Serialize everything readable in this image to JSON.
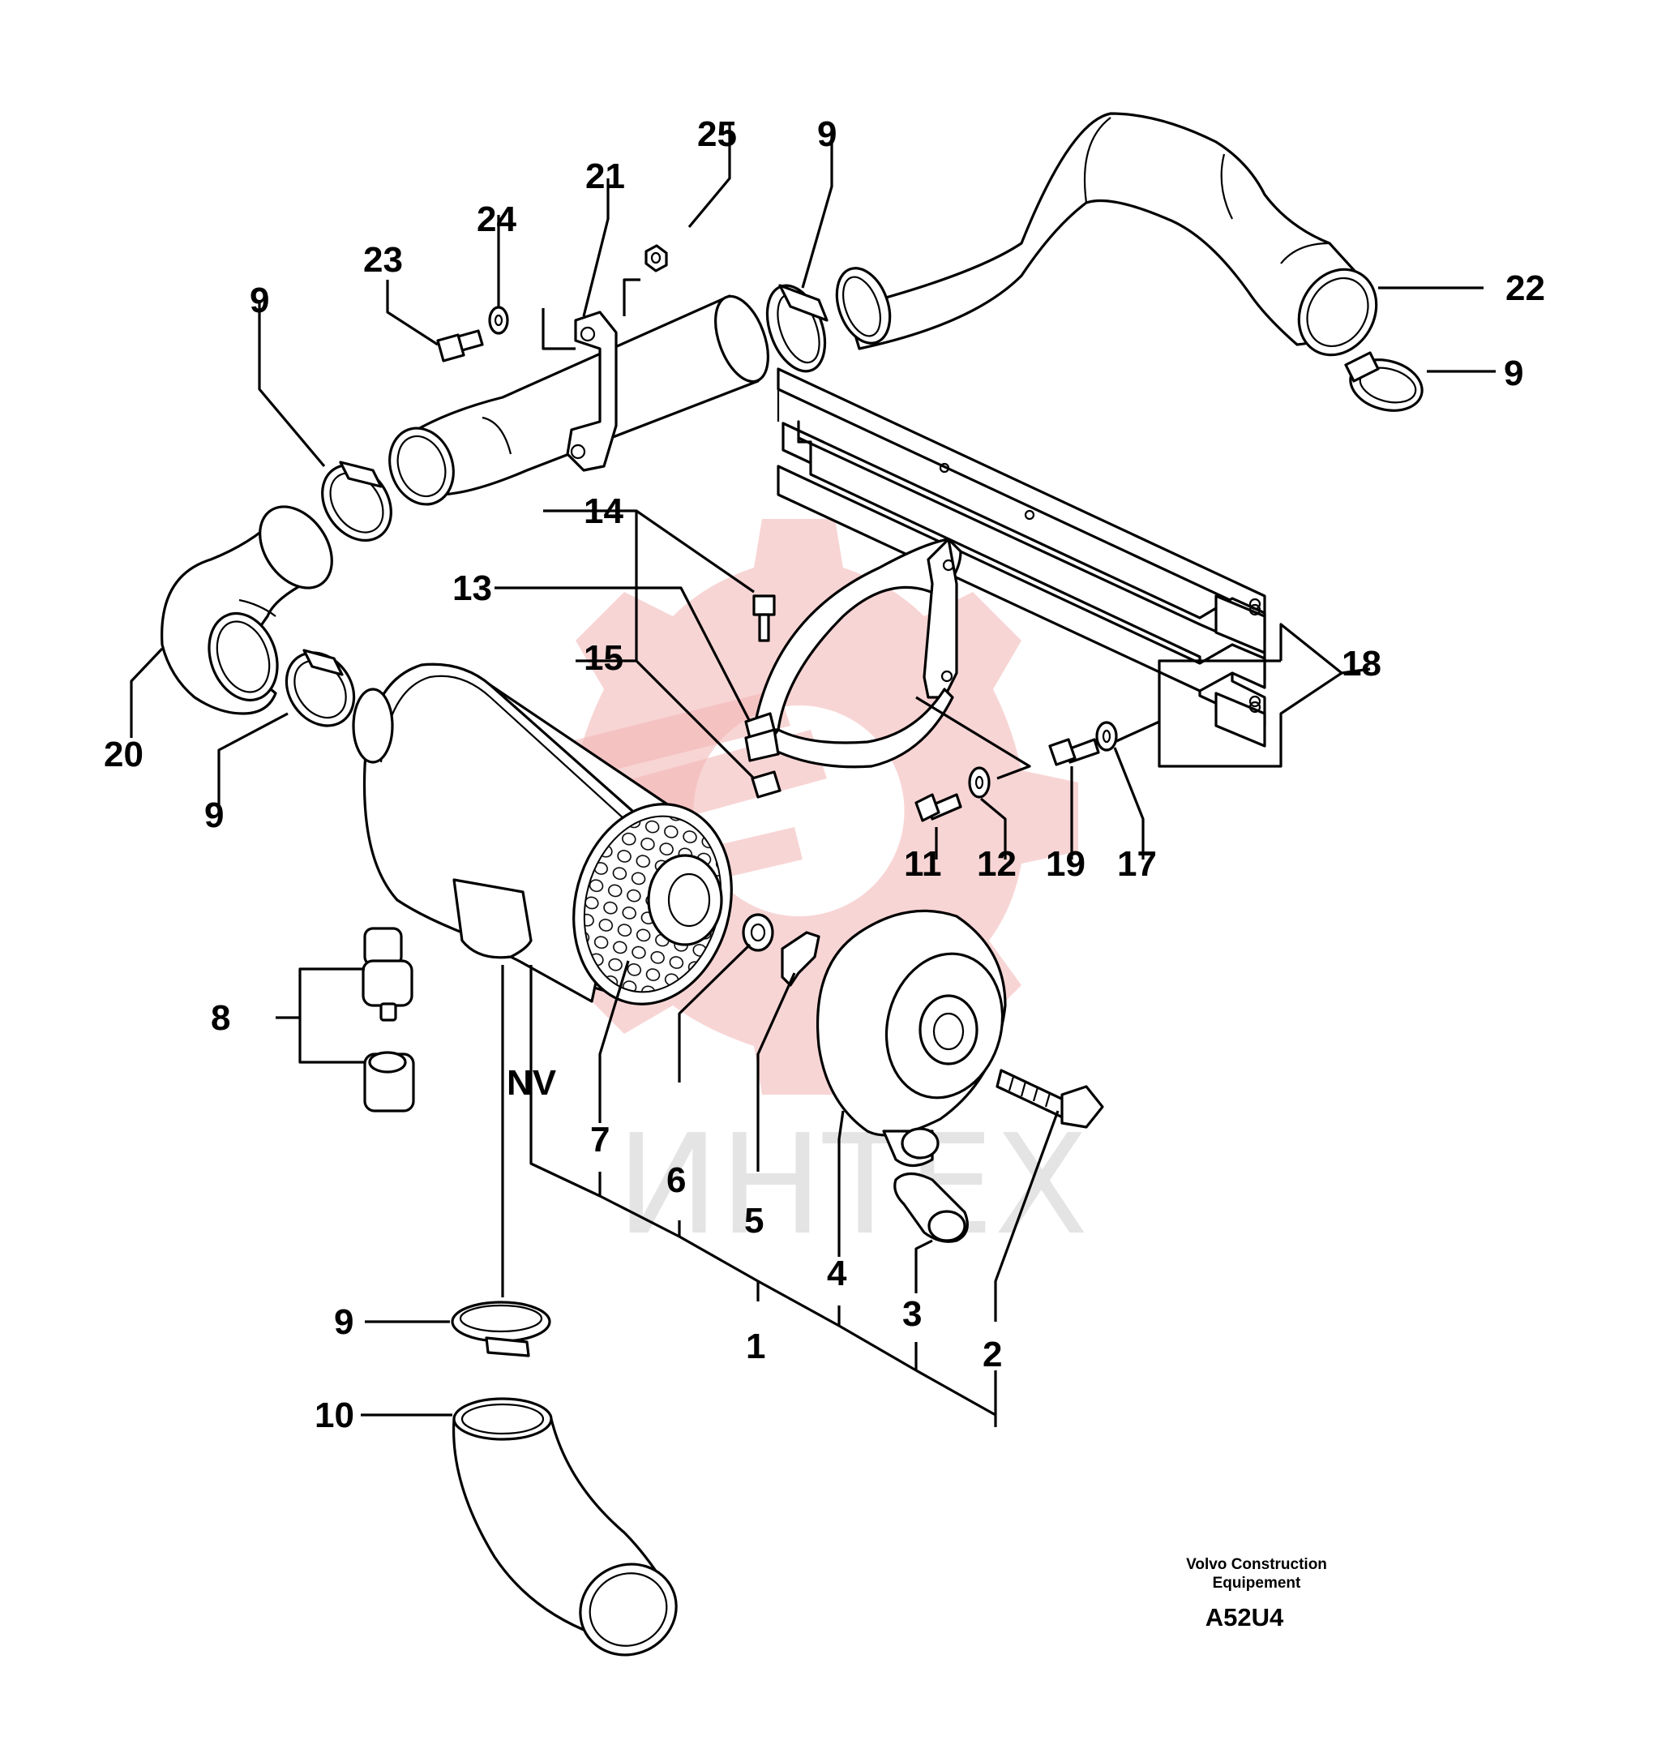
{
  "watermark": {
    "text": "ИНТЕХ",
    "logo_icon": "gear-wrench-logo-icon",
    "color": "#f3b3b3"
  },
  "callouts": {
    "c1": "1",
    "c2": "2",
    "c3": "3",
    "c4": "4",
    "c5": "5",
    "c6": "6",
    "c7": "7",
    "c8": "8",
    "c9_intake": "9",
    "c9_upper_hose": "9",
    "c9_right": "9",
    "c9_left": "9",
    "c9_bottom": "9",
    "c10": "10",
    "c11": "11",
    "c12": "12",
    "c13": "13",
    "c14": "14",
    "c15": "15",
    "c17": "17",
    "c18": "18",
    "c19": "19",
    "c20": "20",
    "c21": "21",
    "c22": "22",
    "c23": "23",
    "c24": "24",
    "c25": "25",
    "nv": "NV"
  },
  "footer": {
    "line1": "Volvo Construction",
    "line2": "Equipement",
    "code": "A52U4"
  }
}
